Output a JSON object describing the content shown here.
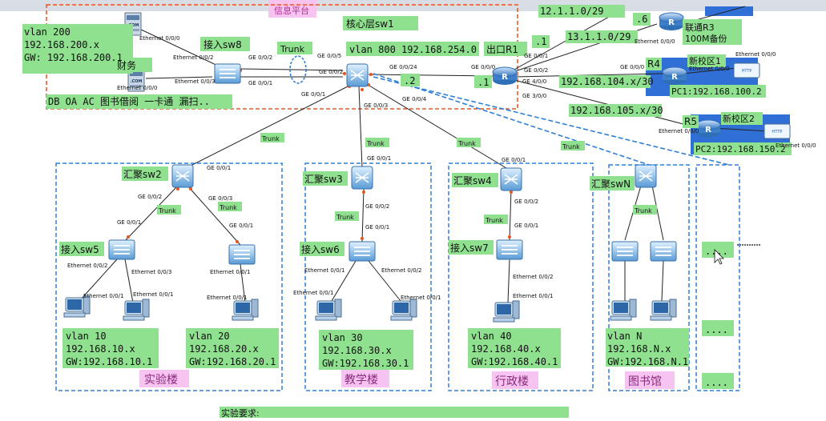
{
  "top_labels": {
    "core_sw": "核心层sw1",
    "core_vlan": "vlan 800 192.168.254.0",
    "egress_r1": "出口R1",
    "sw8": "接入sw8",
    "trunk_top": "Trunk",
    "finance": "财务",
    "server_list": "DB OA AC 图书借阅 一卡通 漏扫..",
    "partial_title": "信息平台"
  },
  "server_vlan": {
    "line1": "vlan 200",
    "line2": "192.168.200.x",
    "line3": "GW: 192.168.200.1"
  },
  "wan": {
    "net1": "12.1.1.0/29",
    "net2": "13.1.1.0/29",
    "dot6": ".6",
    "dot1a": ".1",
    "dot1b": ".1",
    "dot2": ".2",
    "unicom": "联通R3",
    "backup": "100M备份",
    "r4": "R4",
    "new1": "新校区1",
    "pc1": "PC1:192.168.100.2",
    "net104": "192.168.104.x/30",
    "net105": "192.168.105.x/30",
    "r5": "R5",
    "new2": "新校区2",
    "pc2": "PC2:192.168.150.2"
  },
  "ports": {
    "srv1": "Ethernet 0/0/0",
    "srv2": "Ethernet 0/0/0",
    "sw8_p2": "Ethernet 0/0/2",
    "sw8_p3": "Ethernet 0/0/3",
    "sw8_ge2": "GE 0/0/2",
    "sw8_ge1": "GE 0/0/1",
    "core_ge5": "GE 0/0/5",
    "core_ge2": "GE 0/0/2",
    "core_ge24": "GE 0/0/24",
    "core_ge1": "GE 0/0/1",
    "core_ge3": "GE 0/0/3",
    "core_ge4": "GE 0/0/4",
    "r1_ge0": "GE 0/0/0",
    "r1_ge1": "GE 0/0/1",
    "r1_ge2": "GE 0/0/2",
    "r1_ge4": "GE 4/0/0",
    "r1_ge3": "GE 3/0/0",
    "r3_e0": "Ethernet 0/0/0",
    "r4_ge0": "GE 0/0/0",
    "r4_e0": "Ethernet 0/0/0",
    "r4_e1": "Ethernet 0/0/0",
    "r5_e0": "Ethernet 0/0/0",
    "r5_e1": "Ethernet 0/0/0"
  },
  "trunks": [
    "Trunk",
    "Trunk",
    "Trunk",
    "Trunk",
    "Trunk",
    "Trunk",
    "Trunk",
    "Trunk",
    "Trunk",
    "Trunk"
  ],
  "buildings": [
    {
      "name": "实验楼",
      "agg": "汇聚sw2",
      "agg_up": "GE 0/0/1",
      "agg_d1": "GE 0/0/2",
      "agg_d2": "GE 0/0/3",
      "acc": "接入sw5",
      "acc_up": "GE 0/0/1",
      "acc2_up": "GE 0/0/1",
      "p1": "Ethernet 0/0/2",
      "p2": "Ethernet 0/0/3",
      "p3": "Ethernet 0/0/1",
      "p4": "Ethernet 0/0/1",
      "p5": "Ethernet 0/0/1",
      "p6": "Ethernet 0/0/1",
      "vlan_a": {
        "l1": "vlan 10",
        "l2": "192.168.10.x",
        "l3": "GW:192.168.10.1"
      },
      "vlan_b": {
        "l1": "vlan 20",
        "l2": "192.168.20.x",
        "l3": "GW:192.168.20.1"
      }
    },
    {
      "name": "教学楼",
      "agg": "汇聚sw3",
      "agg_up": "GE 0/0/1",
      "agg_d1": "GE 0/0/2",
      "acc": "接入sw6",
      "acc_up": "GE 0/0/1",
      "p1": "Ethernet 0/0/1",
      "p2": "Ethernet 0/0/2",
      "p3": "Ethernet 0/0/1",
      "p4": "Ethernet 0/0/1",
      "vlan_a": {
        "l1": "vlan 30",
        "l2": "192.168.30.x",
        "l3": "GW:192.168.30.1"
      }
    },
    {
      "name": "行政楼",
      "agg": "汇聚sw4",
      "agg_up": "GE 0/0/1",
      "agg_d1": "GE 0/0/2",
      "acc": "接入sw7",
      "acc_up": "GE 0/0/1",
      "p1": "Ethernet 0/0/2",
      "p2": "Ethernet 0/0/1",
      "vlan_a": {
        "l1": "vlan 40",
        "l2": "192.168.40.x",
        "l3": "GW:192.168.40.1"
      }
    },
    {
      "name": "图书馆",
      "agg": "汇聚swN",
      "vlan_a": {
        "l1": "vlan N",
        "l2": "192.168.N.x",
        "l3": "GW:192.168.N.1"
      }
    }
  ],
  "more": [
    "....",
    "....",
    "...."
  ],
  "footer": "实验要求:",
  "colors": {
    "label_bg": "#8fe08f",
    "red_box": "#e8541e",
    "blue_box": "#2f7fd6",
    "pink": "#f7c4f2",
    "wan_bg": "#2f6fd6"
  }
}
